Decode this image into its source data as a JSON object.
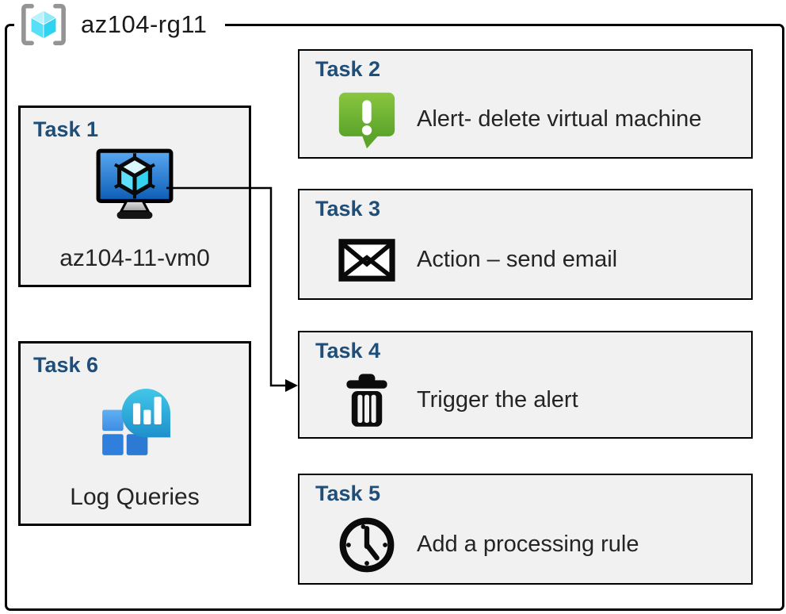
{
  "header": {
    "title": "az104-rg11",
    "icon": "resource-group-icon"
  },
  "tasks": [
    {
      "title": "Task 1",
      "label": "az104-11-vm0",
      "icon": "virtual-machine-icon"
    },
    {
      "title": "Task 2",
      "label": "Alert- delete virtual machine",
      "icon": "alert-speech-bubble-icon"
    },
    {
      "title": "Task 3",
      "label": "Action – send email",
      "icon": "email-envelope-icon"
    },
    {
      "title": "Task 4",
      "label": "Trigger the alert",
      "icon": "trash-icon"
    },
    {
      "title": "Task 5",
      "label": "Add a processing rule",
      "icon": "clock-icon"
    },
    {
      "title": "Task 6",
      "label": "Log Queries",
      "icon": "log-analytics-icon"
    }
  ],
  "connector": {
    "from_task": "Task 1",
    "to_task": "Task 4",
    "style": "elbow-arrow"
  },
  "colors": {
    "task_title_blue": "#1f4e79",
    "box_background": "#f1f1f1",
    "border_black": "#000000",
    "alert_green_top": "#8ac63f",
    "alert_green_bottom": "#5ba32a",
    "vm_screen_blue_top": "#59a9f2",
    "vm_screen_blue_bottom": "#0c5cb5",
    "cube_cyan": "#50e6ff",
    "bracket_gray": "#949494",
    "log_bubble_teal_top": "#41c7e8",
    "log_bubble_teal_bottom": "#1e90cc",
    "log_square_blue_light": "#5fb0f2",
    "log_square_blue": "#2f80dc"
  }
}
